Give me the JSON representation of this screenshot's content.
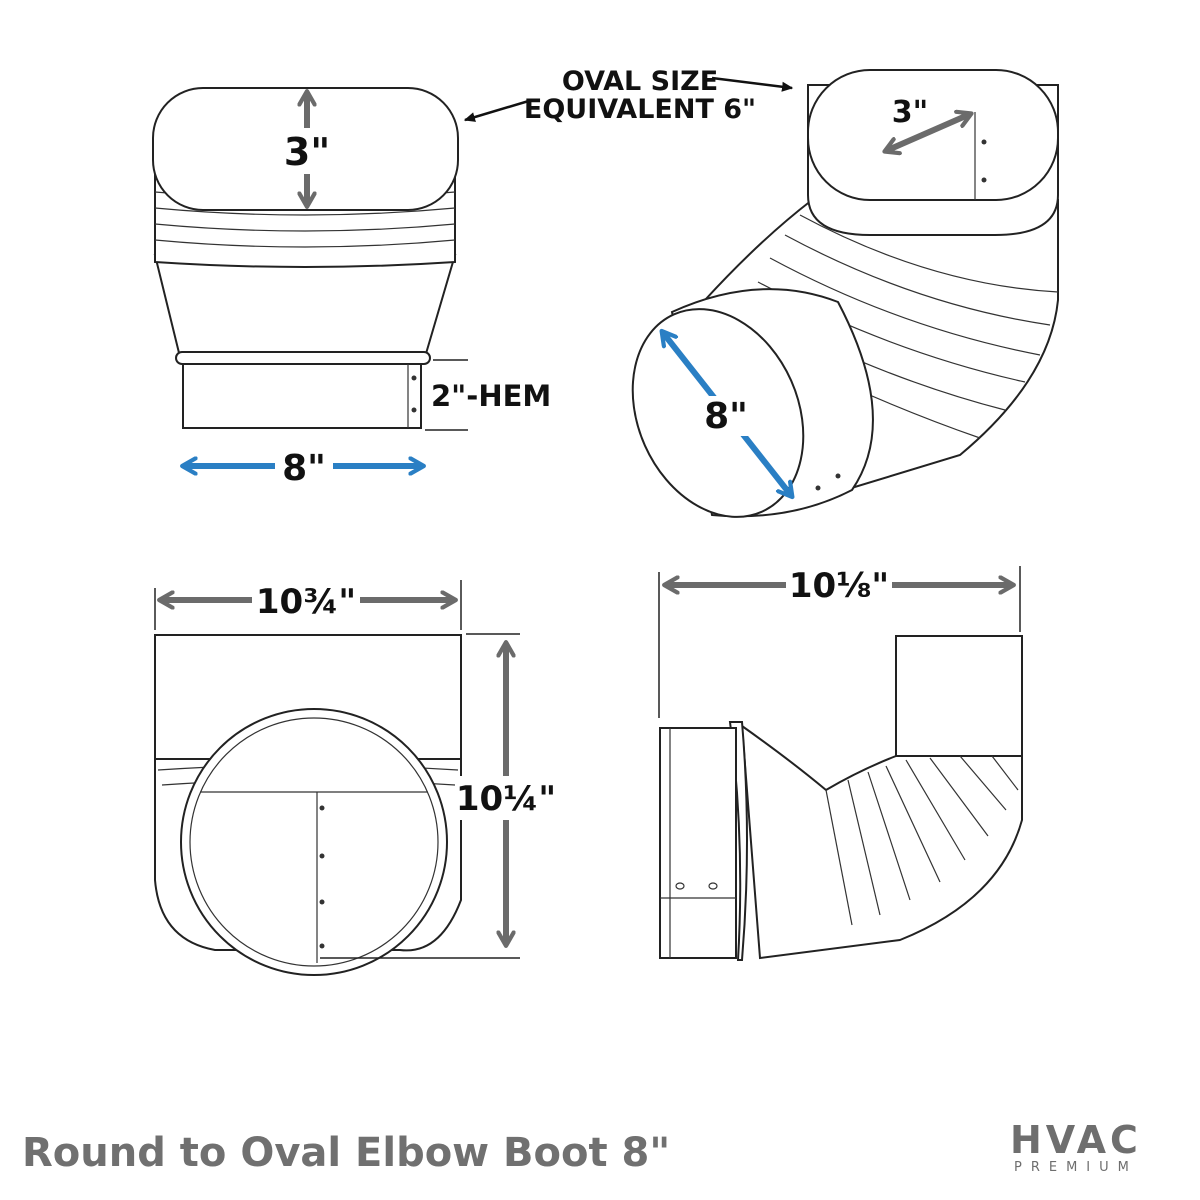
{
  "product_title": "Round to Oval Elbow Boot 8\"",
  "callout": {
    "line1": "OVAL SIZE",
    "line2": "EQUIVALENT 6\""
  },
  "dimensions": {
    "oval_depth_front": "3\"",
    "hem": "2\"-HEM",
    "round_diameter_front": "8\"",
    "oval_depth_iso": "3\"",
    "round_diameter_iso": "8\"",
    "width_bottom_left": "10¾\"",
    "height_bottom_left": "10¼\"",
    "length_bottom_right": "10⅛\""
  },
  "logo": {
    "main": "HVAC",
    "sub": "PREMIUM"
  },
  "colors": {
    "grey_arrow": "#6b6b6b",
    "blue_arrow": "#2a7fc4",
    "title_text": "#707070"
  }
}
